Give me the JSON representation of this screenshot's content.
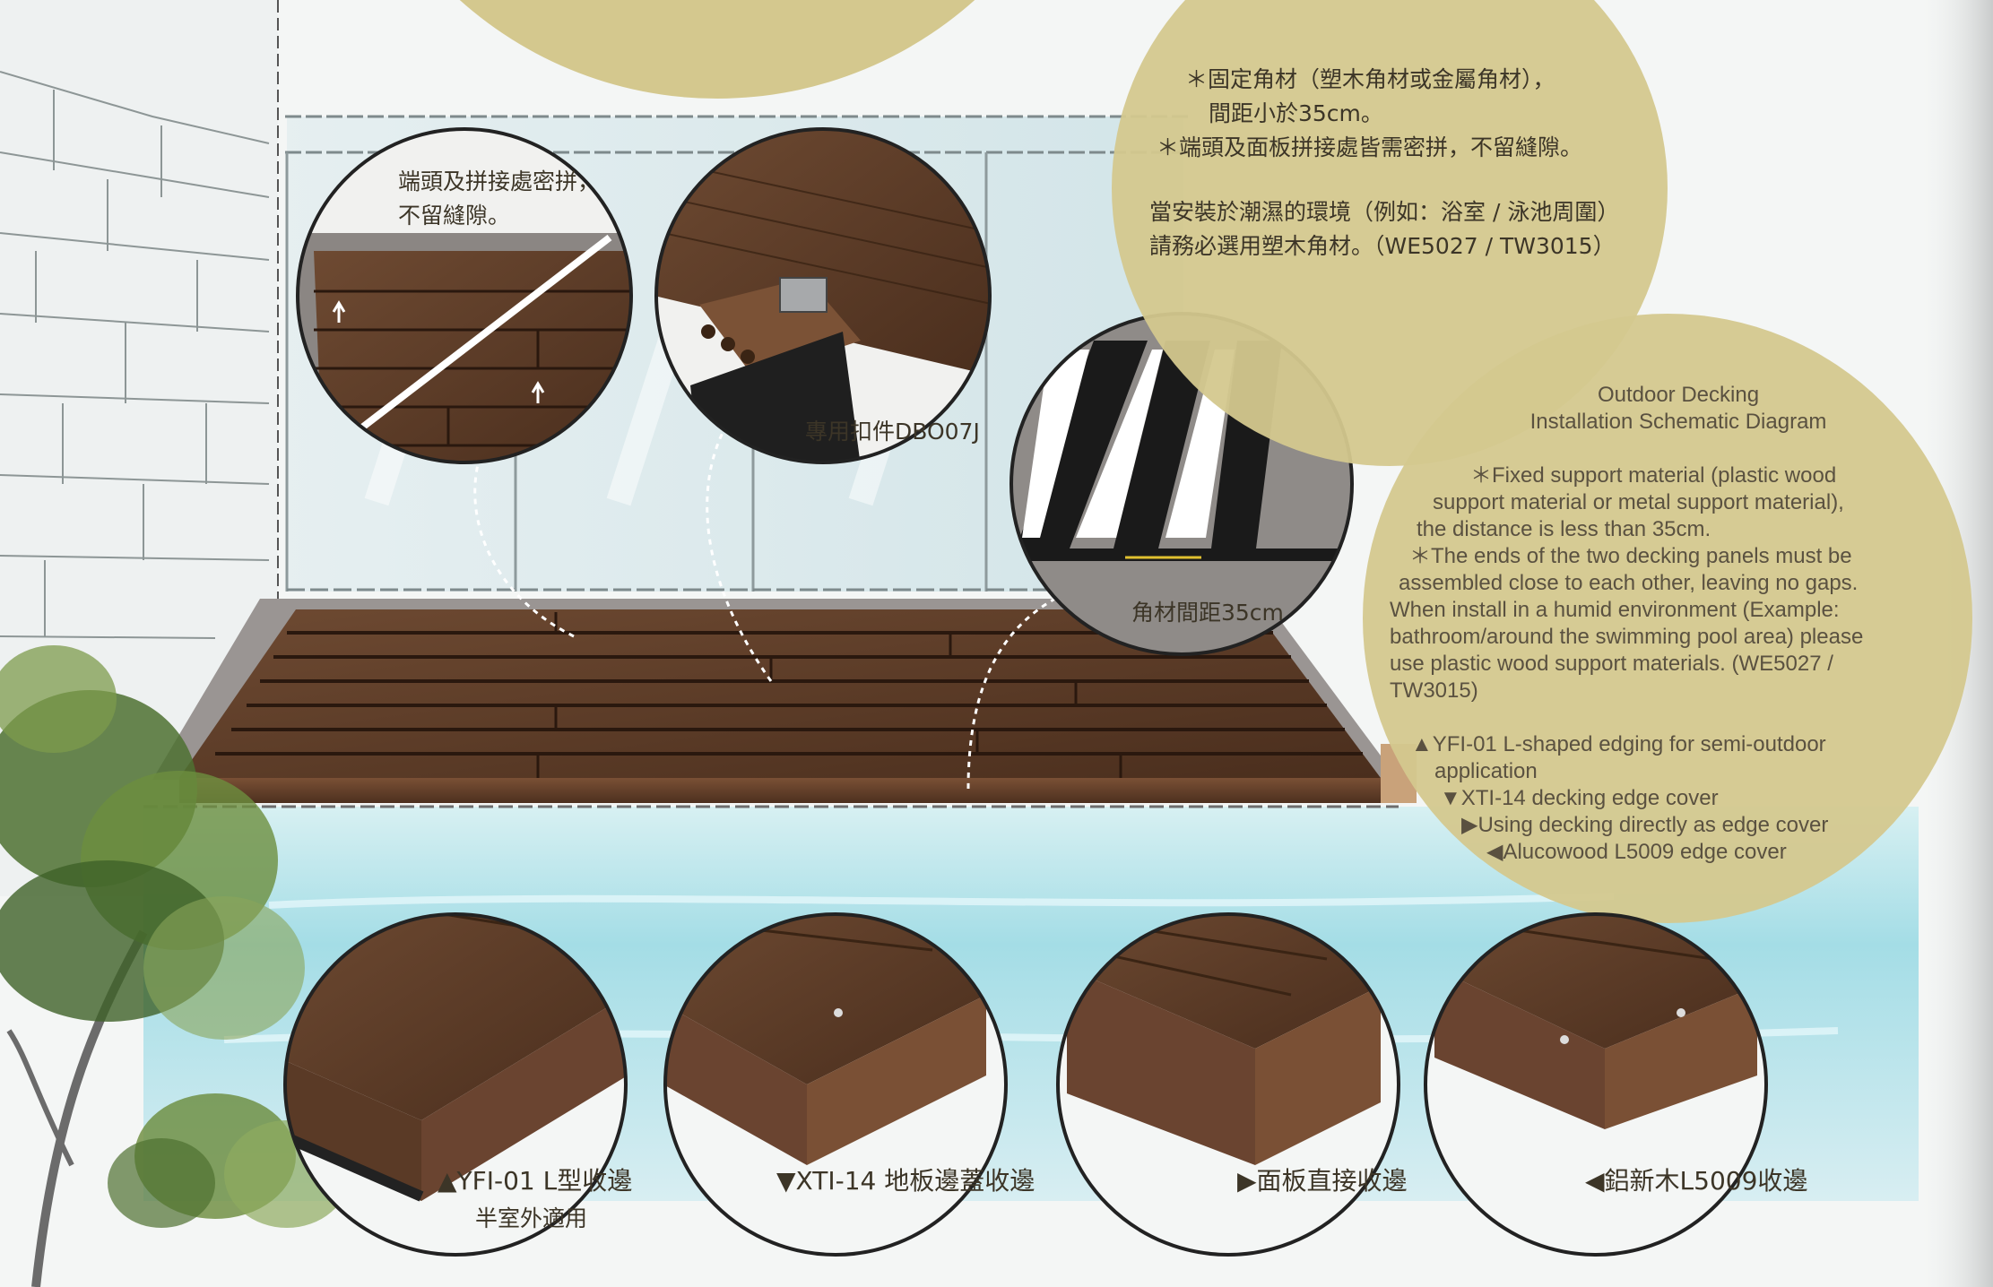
{
  "colors": {
    "accent_circle": "#d4c88e",
    "deck_wood": "#5a3a26",
    "deck_line": "#2b1a10",
    "pool_water": "#8fd3df",
    "tree_green": "#5e7f3a",
    "right_edge_gray": "#cfd1d1"
  },
  "callouts": {
    "seam_note": [
      "端頭及拼接處密拼，",
      "不留縫隙。"
    ],
    "clip_label": "專用扣件DBO07J",
    "joist_spacing_label": "角材間距35cm"
  },
  "notes_cn": {
    "line1": "＊固定角材（塑木角材或金屬角材），",
    "line2": "間距小於35cm。",
    "line3": "＊端頭及面板拼接處皆需密拼，不留縫隙。",
    "line4": "當安裝於潮濕的環境（例如：浴室 / 泳池周圍）",
    "line5": "請務必選用塑木角材。（WE5027 / TW3015）"
  },
  "notes_en": {
    "title1": "Outdoor Decking",
    "title2": "Installation Schematic Diagram",
    "lines": [
      "＊Fixed support material (plastic wood",
      "support material or metal support material),",
      "the distance is less than 35cm.",
      "＊The ends of the two decking panels must be",
      "assembled close to each other, leaving no gaps.",
      "When install in a humid environment (Example:",
      "bathroom/around the swimming pool area) please",
      "use plastic wood support materials. (WE5027 /",
      "TW3015)"
    ],
    "edge_lines": [
      "▲YFI-01 L-shaped edging for semi-outdoor",
      "application",
      "▼XTI-14 decking edge cover",
      "▶Using decking directly as edge cover",
      "◀Alucowood L5009 edge cover"
    ]
  },
  "edge_options": [
    {
      "label": "▲YFI-01  L型收邊",
      "sub": "半室外適用",
      "icon": "triangle-up"
    },
    {
      "label": "▼XTI-14 地板邊蓋收邊",
      "sub": "",
      "icon": "triangle-down"
    },
    {
      "label": "▶面板直接收邊",
      "sub": "",
      "icon": "triangle-right"
    },
    {
      "label": "◀鋁新木L5009收邊",
      "sub": "",
      "icon": "triangle-left"
    }
  ]
}
